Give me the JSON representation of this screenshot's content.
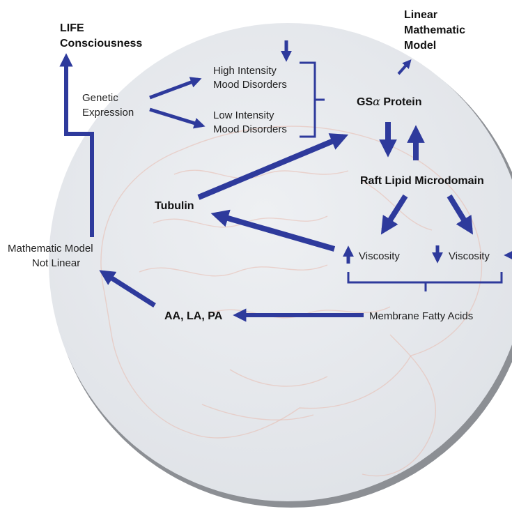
{
  "labels": {
    "life_line1": "LIFE",
    "life_line2": "Consciousness",
    "linear_line1": "Linear",
    "linear_line2": "Mathematic",
    "linear_line3": "Model",
    "genetic_line1": "Genetic",
    "genetic_line2": "Expression",
    "high_line1": "High Intensity",
    "high_line2": "Mood Disorders",
    "low_line1": "Low Intensity",
    "low_line2": "Mood Disorders",
    "gs_prefix": "GS",
    "gs_alpha": "α",
    "gs_suffix": " Protein",
    "raft": "Raft Lipid Microdomain",
    "tubulin": "Tubulin",
    "nonlinear_line1": "Mathematic Model",
    "nonlinear_line2": "Not Linear",
    "viscosity_up": "Viscosity",
    "viscosity_down": "Viscosity",
    "aa": "AA, LA, PA",
    "fatty": "Membrane Fatty Acids"
  },
  "colors": {
    "arrow": "#2e3a9c",
    "circle_fill": "#e5e8ec",
    "circle_shadow": "#8c8f94",
    "brain": "#e8b9ad"
  }
}
